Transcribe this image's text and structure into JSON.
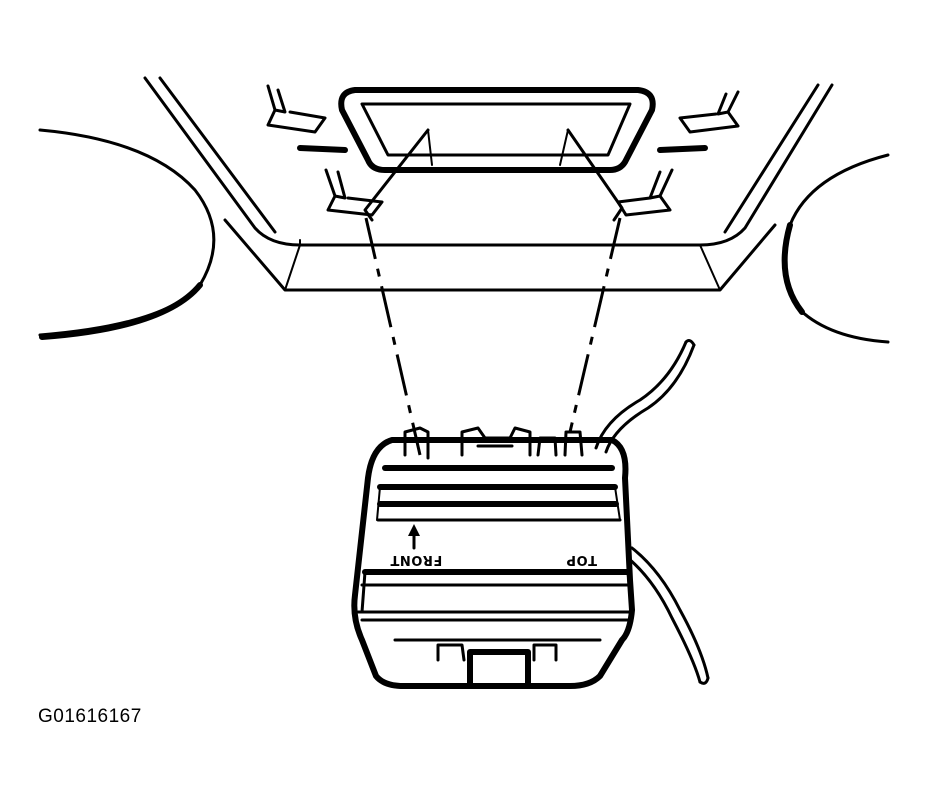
{
  "figure_id": "G01616167",
  "labels": {
    "front": "FRONT",
    "top": "TOP"
  }
}
